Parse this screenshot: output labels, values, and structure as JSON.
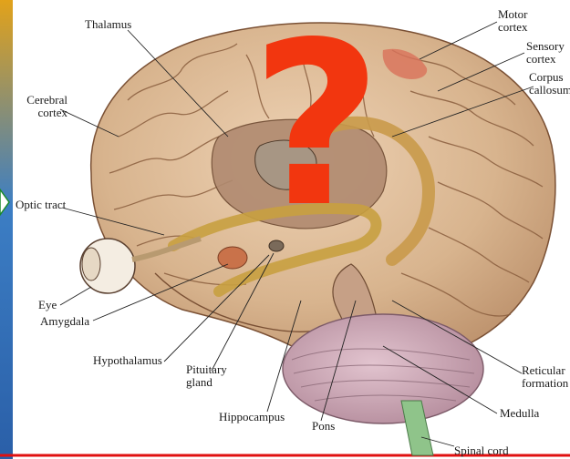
{
  "labels": {
    "thalamus": "Thalamus",
    "cerebral_cortex_1": "Cerebral",
    "cerebral_cortex_2": "cortex",
    "optic_tract": "Optic tract",
    "eye": "Eye",
    "amygdala": "Amygdala",
    "hypothalamus": "Hypothalamus",
    "pituitary_1": "Pituitary",
    "pituitary_2": "gland",
    "hippocampus": "Hippocampus",
    "pons": "Pons",
    "motor_cortex_1": "Motor",
    "motor_cortex_2": "cortex",
    "sensory_cortex_1": "Sensory",
    "sensory_cortex_2": "cortex",
    "corpus_callosum_1": "Corpus",
    "corpus_callosum_2": "callosum",
    "reticular_1": "Reticular",
    "reticular_2": "formation",
    "medulla": "Medulla",
    "spinal_cord": "Spinal cord"
  },
  "overlay": {
    "symbol": "?"
  },
  "colors": {
    "question_mark": "#f2360f",
    "brain_base": "#d8b48e",
    "cerebellum": "#c9a2b0",
    "spinal_cord": "#8fc48a",
    "border_red": "#e01010"
  }
}
